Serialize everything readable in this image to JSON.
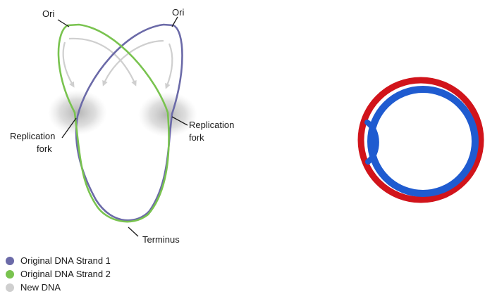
{
  "labels": {
    "ori_left": "Ori",
    "ori_right": "Ori",
    "fork_left_line1": "Replication",
    "fork_left_line2": "fork",
    "fork_right_line1": "Replication",
    "fork_right_line2": "fork",
    "terminus": "Terminus"
  },
  "legend": [
    {
      "label": "Original DNA Strand 1",
      "color": "#6b6aa8"
    },
    {
      "label": "Original DNA Strand 2",
      "color": "#79c34f"
    },
    {
      "label": "New DNA",
      "color": "#cfcfcf"
    }
  ],
  "colors": {
    "strand1": "#6b6aa8",
    "strand2": "#79c34f",
    "new_dna": "#cfcfcf",
    "outer_ring": "#d1141b",
    "inner_ring": "#1f5bd0"
  }
}
